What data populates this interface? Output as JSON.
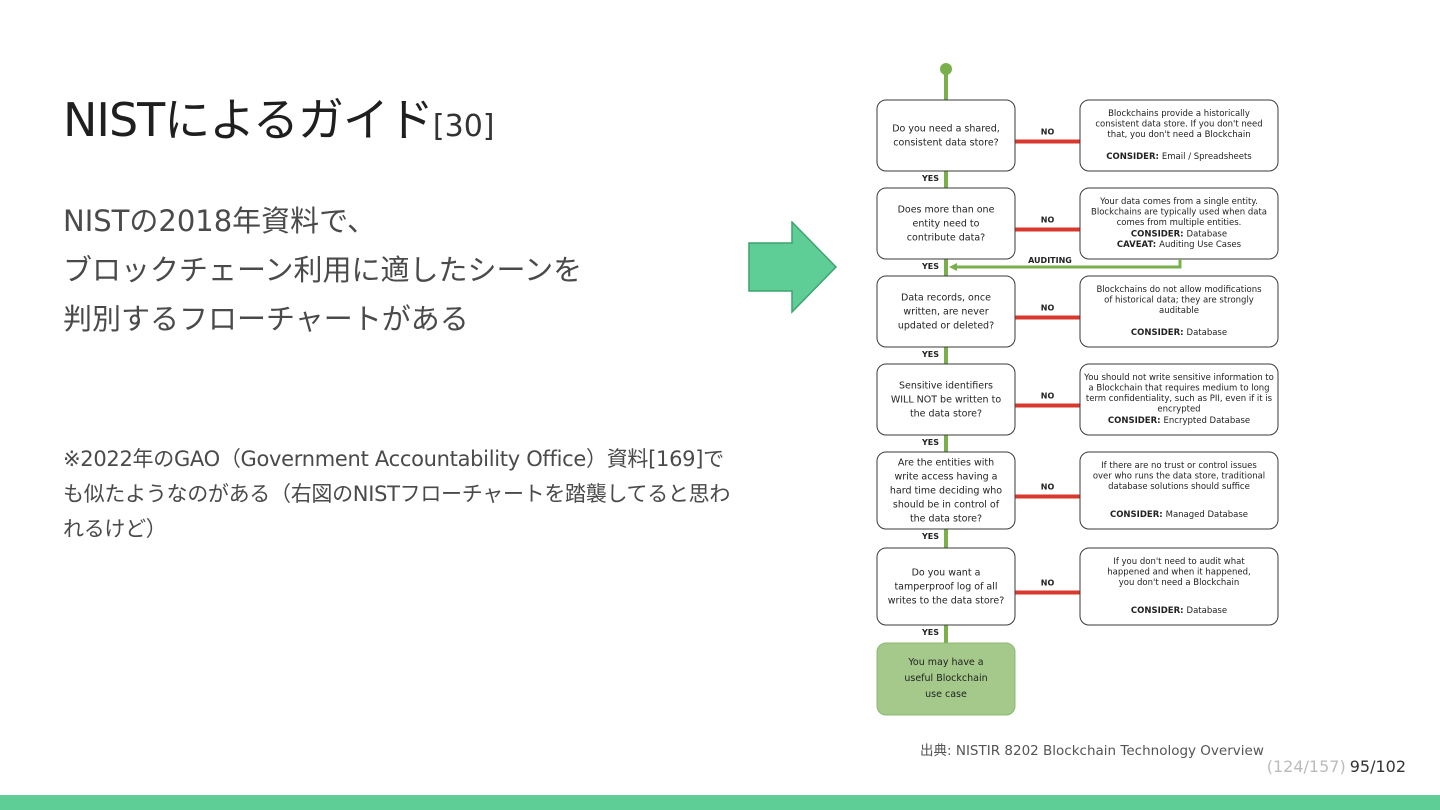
{
  "slide": {
    "title": "NISTによるガイド",
    "title_ref": "[30]",
    "body_lines": [
      "NISTの2018年資料で、",
      "ブロックチェーン利用に適したシーンを",
      "判別するフローチャートがある"
    ],
    "note_lines": [
      "※2022年のGAO（Government Accountability Office）資料[169]で",
      "も似たようなのがある（右図のNISTフローチャートを踏襲してると思わ",
      "れるけど）"
    ],
    "source": "出典: NISTIR 8202 Blockchain Technology Overview",
    "page_total": "(124/157)",
    "page_current": "95/102"
  },
  "colors": {
    "accent_green": "#5fce96",
    "flow_line_green": "#7ab04c",
    "no_line_red": "#d9382c",
    "result_box_green": "#a4c98a"
  },
  "flowchart": {
    "yes_label": "YES",
    "no_label": "NO",
    "auditing_label": "AUDITING",
    "questions": [
      {
        "lines": [
          "Do you need a shared,",
          "consistent data store?"
        ]
      },
      {
        "lines": [
          "Does more than one",
          "entity need to",
          "contribute data?"
        ]
      },
      {
        "lines": [
          "Data records, once",
          "written, are never",
          "updated or deleted?"
        ]
      },
      {
        "lines": [
          "Sensitive identifiers",
          "WILL NOT be written to",
          "the data store?"
        ]
      },
      {
        "lines": [
          "Are the entities with",
          "write access having a",
          "hard time deciding who",
          "should be in control of",
          "the data store?"
        ]
      },
      {
        "lines": [
          "Do you want a",
          "tamperproof log of all",
          "writes to the data store?"
        ]
      }
    ],
    "answers": [
      {
        "lines": [
          "Blockchains provide a historically",
          "consistent data store. If you don't need",
          "that, you don't need a Blockchain"
        ],
        "consider": [
          [
            "CONSIDER:",
            "Email / Spreadsheets"
          ]
        ]
      },
      {
        "lines": [
          "Your data comes from a single entity.",
          "Blockchains are typically used when data",
          "comes from multiple entities."
        ],
        "consider": [
          [
            "CONSIDER:",
            "Database"
          ],
          [
            "CAVEAT:",
            "Auditing Use Cases"
          ]
        ]
      },
      {
        "lines": [
          "Blockchains do not allow modifications",
          "of historical data; they are strongly",
          "auditable"
        ],
        "consider": [
          [
            "CONSIDER:",
            "Database"
          ]
        ]
      },
      {
        "lines": [
          "You should not write sensitive information to",
          "a Blockchain that requires medium to long",
          "term confidentiality, such as PII, even if it is",
          "encrypted"
        ],
        "consider": [
          [
            "CONSIDER:",
            "Encrypted Database"
          ]
        ]
      },
      {
        "lines": [
          "If there are no trust or control issues",
          "over who runs the data store, traditional",
          "database solutions should suffice"
        ],
        "consider": [
          [
            "CONSIDER:",
            "Managed Database"
          ]
        ]
      },
      {
        "lines": [
          "If you don't need to audit what",
          "happened and when it happened,",
          "you don't need a Blockchain"
        ],
        "consider": [
          [
            "CONSIDER:",
            "Database"
          ]
        ]
      }
    ],
    "result": {
      "lines": [
        "You may have a",
        "useful Blockchain",
        "use case"
      ]
    }
  }
}
